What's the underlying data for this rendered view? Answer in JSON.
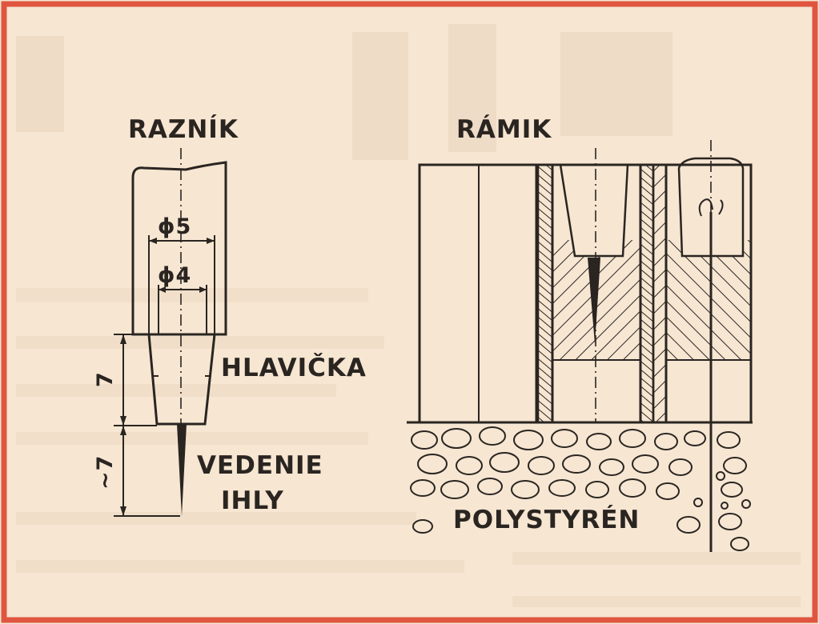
{
  "labels": {
    "raznik": "RAZNÍK",
    "ramik": "RÁMIK",
    "hlavicka": "HLAVIČKA",
    "vedenie": "VEDENIE",
    "ihly": "IHLY",
    "polystyren": "POLYSTYRÉN"
  },
  "dimensions": {
    "outer_diameter": "ϕ5",
    "inner_diameter": "ϕ4",
    "head_length": "7",
    "guide_length": "~7"
  },
  "colors": {
    "background": "#f6e6d2",
    "border": "#e0553f",
    "ink": "#2a2521"
  }
}
